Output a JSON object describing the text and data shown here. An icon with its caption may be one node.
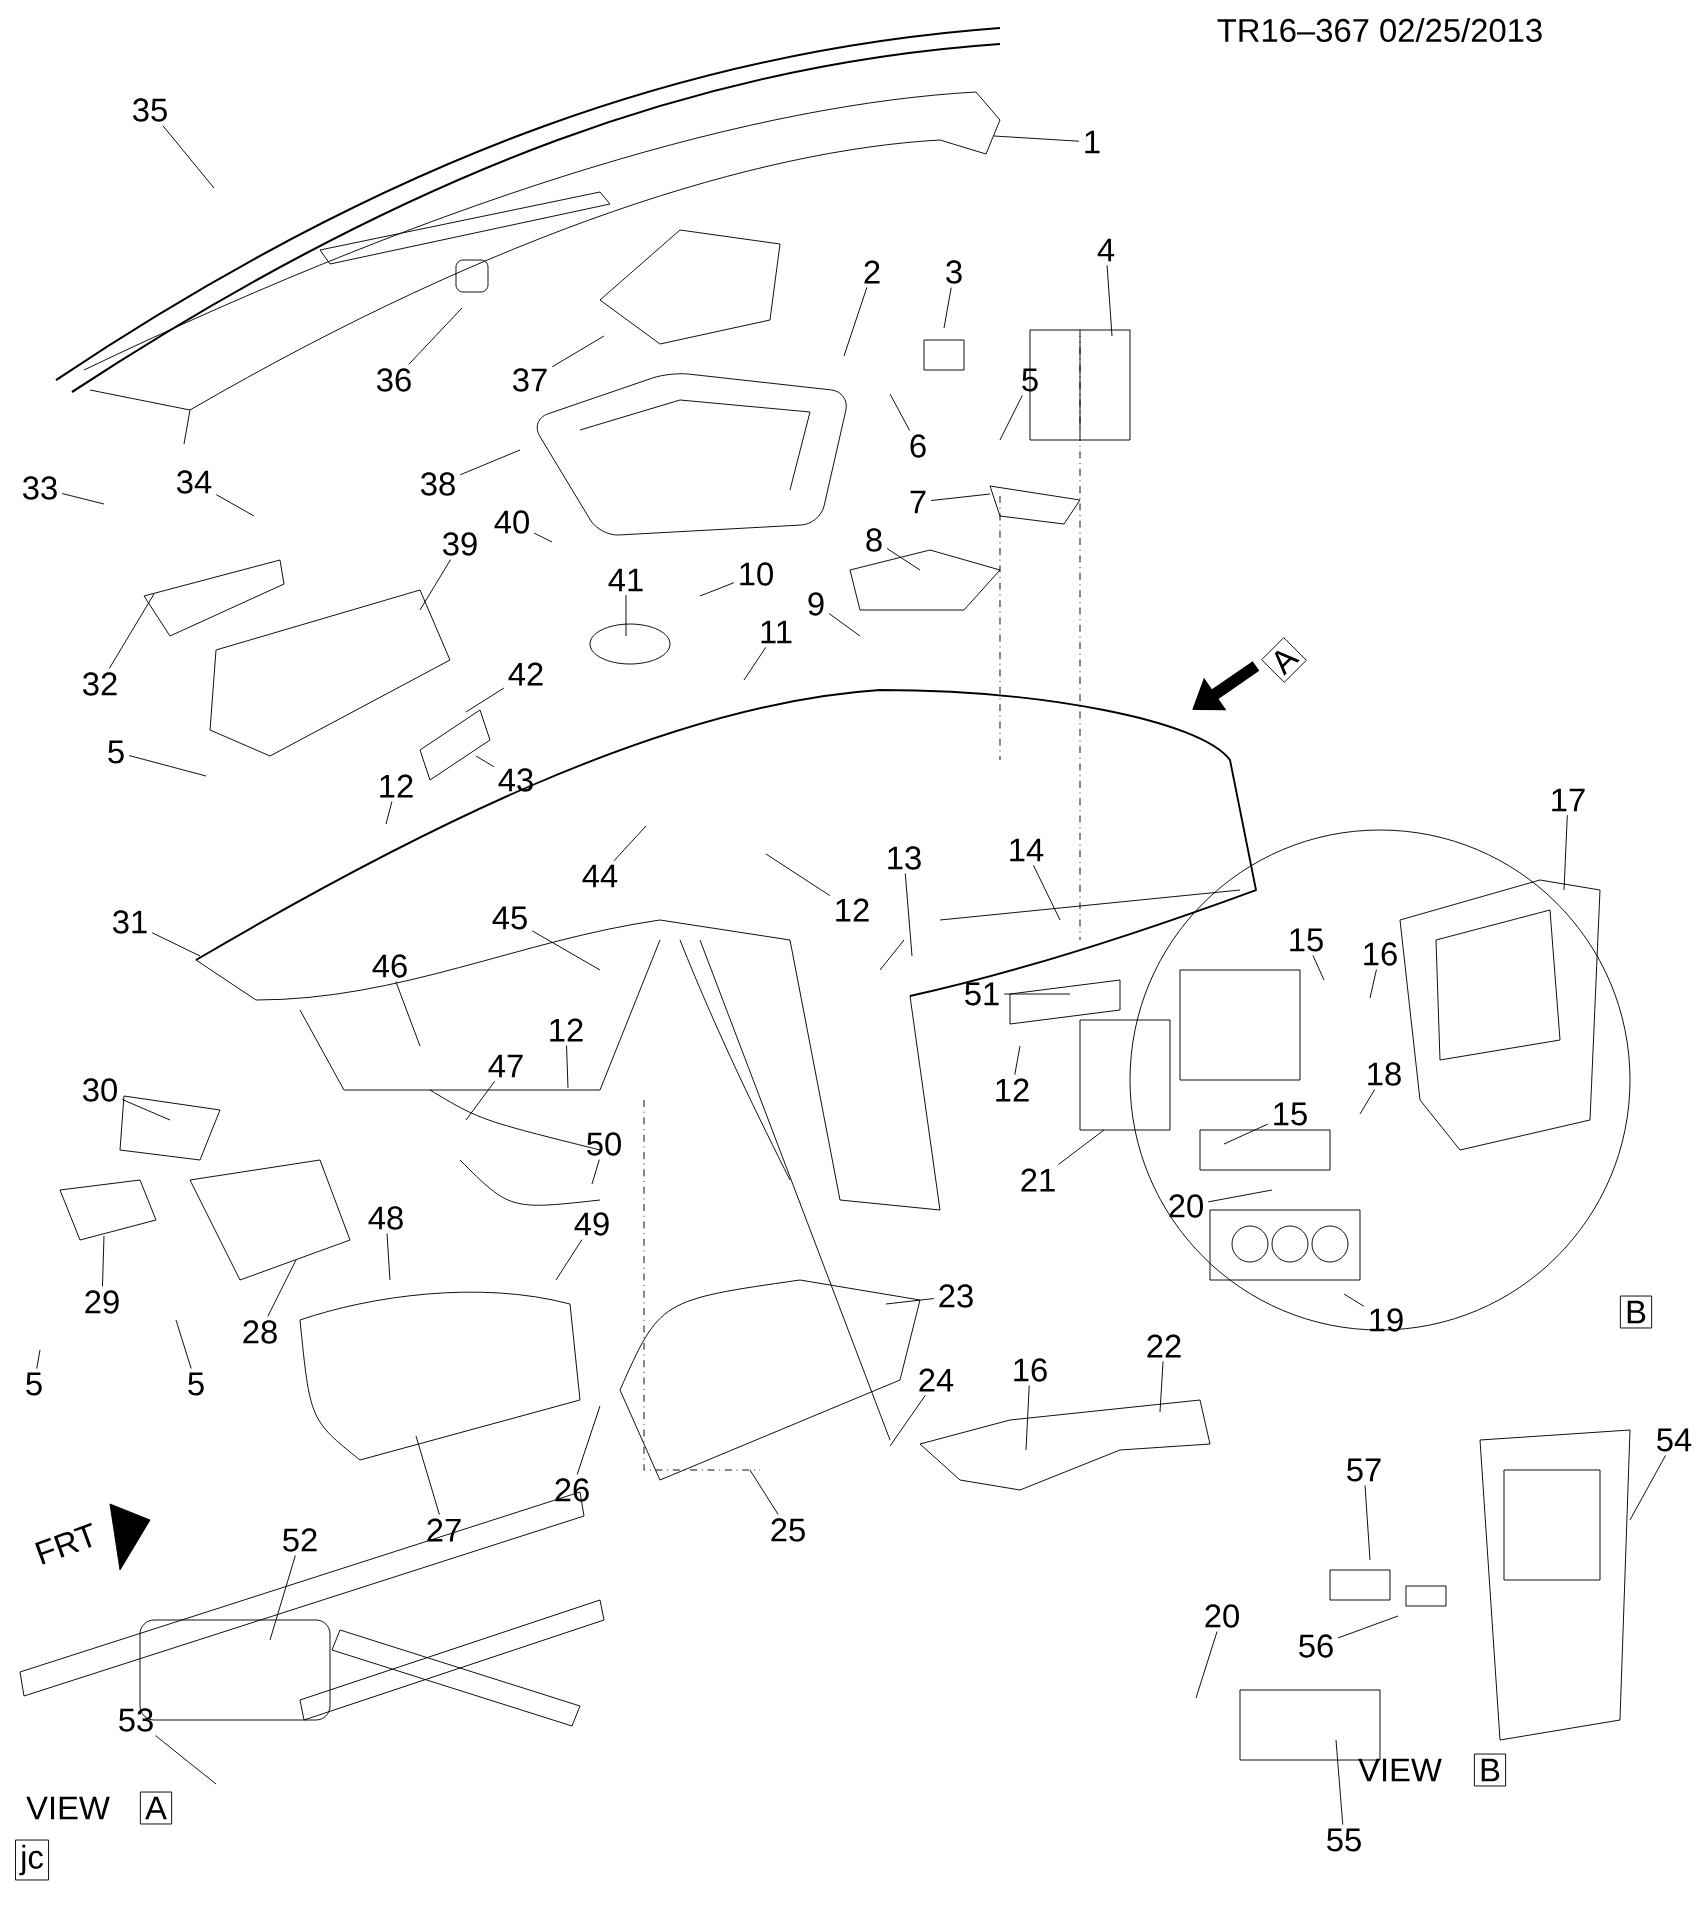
{
  "diagram": {
    "nodes": [
      {
        "text": [
          "1"
        ]
      },
      {
        "text": [
          "2"
        ]
      },
      {
        "text": [
          "3"
        ]
      },
      {
        "text": [
          "4"
        ]
      },
      {
        "text": [
          "5"
        ]
      },
      {
        "text": [
          "6"
        ]
      },
      {
        "text": [
          "7"
        ]
      },
      {
        "text": [
          "8"
        ]
      },
      {
        "text": [
          "9"
        ]
      },
      {
        "text": [
          "10"
        ]
      },
      {
        "text": [
          "11"
        ]
      },
      {
        "text": [
          "12"
        ]
      },
      {
        "text": [
          "13"
        ]
      },
      {
        "text": [
          "14"
        ]
      },
      {
        "text": [
          "15"
        ]
      },
      {
        "text": [
          "16"
        ]
      },
      {
        "text": [
          "17"
        ]
      },
      {
        "text": [
          "18"
        ]
      },
      {
        "text": [
          "19"
        ]
      },
      {
        "text": [
          "20"
        ]
      },
      {
        "text": [
          "21"
        ]
      },
      {
        "text": [
          "22"
        ]
      },
      {
        "text": [
          "23"
        ]
      },
      {
        "text": [
          "24"
        ]
      },
      {
        "text": [
          "25"
        ]
      },
      {
        "text": [
          "26"
        ]
      },
      {
        "text": [
          "27"
        ]
      },
      {
        "text": [
          "28"
        ]
      },
      {
        "text": [
          "29"
        ]
      },
      {
        "text": [
          "30"
        ]
      },
      {
        "text": [
          "31"
        ]
      },
      {
        "text": [
          "32"
        ]
      },
      {
        "text": [
          "33"
        ]
      },
      {
        "text": [
          "34"
        ]
      },
      {
        "text": [
          "35"
        ]
      },
      {
        "text": [
          "36"
        ]
      },
      {
        "text": [
          "37"
        ]
      },
      {
        "text": [
          "38"
        ]
      },
      {
        "text": [
          "39"
        ]
      },
      {
        "text": [
          "40"
        ]
      },
      {
        "text": [
          "41"
        ]
      },
      {
        "text": [
          "42"
        ]
      },
      {
        "text": [
          "43"
        ]
      },
      {
        "text": [
          "44"
        ]
      },
      {
        "text": [
          "45"
        ]
      },
      {
        "text": [
          "46"
        ]
      },
      {
        "text": [
          "47"
        ]
      },
      {
        "text": [
          "48"
        ]
      },
      {
        "text": [
          "49"
        ]
      },
      {
        "text": [
          "50"
        ]
      },
      {
        "text": [
          "51"
        ]
      },
      {
        "text": [
          "52"
        ]
      },
      {
        "text": [
          "53"
        ]
      },
      {
        "text": [
          "54"
        ]
      },
      {
        "text": [
          "55"
        ]
      },
      {
        "text": [
          "56"
        ]
      },
      {
        "text": [
          "57"
        ]
      },
      {
        "text": [
          "5"
        ]
      },
      {
        "text": [
          "5"
        ]
      },
      {
        "text": [
          "5"
        ]
      },
      {
        "text": [
          "12"
        ]
      },
      {
        "text": [
          "12"
        ]
      },
      {
        "text": [
          "12"
        ]
      },
      {
        "text": [
          "15"
        ]
      },
      {
        "text": [
          "16"
        ]
      },
      {
        "text": [
          "20"
        ]
      }
    ],
    "edges": [
      {
        "from": 0,
        "to": null,
        "arrow": "none"
      },
      {
        "from": 1,
        "to": null,
        "arrow": "none"
      },
      {
        "from": 2,
        "to": null,
        "arrow": "none"
      },
      {
        "from": 3,
        "to": null,
        "arrow": "none"
      },
      {
        "from": 4,
        "to": null,
        "arrow": "none"
      },
      {
        "from": 5,
        "to": null,
        "arrow": "none"
      },
      {
        "from": 6,
        "to": null,
        "arrow": "none"
      },
      {
        "from": 7,
        "to": null,
        "arrow": "none"
      },
      {
        "from": 8,
        "to": null,
        "arrow": "none"
      },
      {
        "from": 9,
        "to": null,
        "arrow": "none"
      },
      {
        "from": 10,
        "to": null,
        "arrow": "none"
      },
      {
        "from": 11,
        "to": null,
        "arrow": "none"
      },
      {
        "from": 12,
        "to": null,
        "arrow": "none"
      },
      {
        "from": 13,
        "to": null,
        "arrow": "none"
      },
      {
        "from": 14,
        "to": null,
        "arrow": "none"
      },
      {
        "from": 15,
        "to": null,
        "arrow": "none"
      },
      {
        "from": 16,
        "to": null,
        "arrow": "none"
      },
      {
        "from": 17,
        "to": null,
        "arrow": "none"
      },
      {
        "from": 18,
        "to": null,
        "arrow": "none"
      },
      {
        "from": 19,
        "to": null,
        "arrow": "none"
      },
      {
        "from": 20,
        "to": null,
        "arrow": "none"
      },
      {
        "from": 21,
        "to": null,
        "arrow": "none"
      },
      {
        "from": 22,
        "to": null,
        "arrow": "none"
      },
      {
        "from": 23,
        "to": null,
        "arrow": "none"
      },
      {
        "from": 24,
        "to": null,
        "arrow": "none"
      },
      {
        "from": 25,
        "to": null,
        "arrow": "none"
      },
      {
        "from": 26,
        "to": null,
        "arrow": "none"
      },
      {
        "from": 27,
        "to": null,
        "arrow": "none"
      },
      {
        "from": 28,
        "to": null,
        "arrow": "none"
      },
      {
        "from": 29,
        "to": null,
        "arrow": "none"
      },
      {
        "from": 30,
        "to": null,
        "arrow": "none"
      },
      {
        "from": 31,
        "to": null,
        "arrow": "none"
      },
      {
        "from": 32,
        "to": null,
        "arrow": "none"
      },
      {
        "from": 33,
        "to": null,
        "arrow": "none"
      },
      {
        "from": 34,
        "to": null,
        "arrow": "none"
      },
      {
        "from": 35,
        "to": null,
        "arrow": "none"
      },
      {
        "from": 36,
        "to": null,
        "arrow": "none"
      },
      {
        "from": 37,
        "to": null,
        "arrow": "none"
      },
      {
        "from": 38,
        "to": null,
        "arrow": "none"
      },
      {
        "from": 39,
        "to": null,
        "arrow": "none"
      },
      {
        "from": 40,
        "to": null,
        "arrow": "none"
      },
      {
        "from": 41,
        "to": null,
        "arrow": "none"
      },
      {
        "from": 42,
        "to": null,
        "arrow": "none"
      },
      {
        "from": 43,
        "to": null,
        "arrow": "none"
      },
      {
        "from": 44,
        "to": null,
        "arrow": "none"
      },
      {
        "from": 45,
        "to": null,
        "arrow": "none"
      },
      {
        "from": 46,
        "to": null,
        "arrow": "none"
      },
      {
        "from": 47,
        "to": null,
        "arrow": "none"
      },
      {
        "from": 48,
        "to": null,
        "arrow": "none"
      },
      {
        "from": 49,
        "to": null,
        "arrow": "none"
      },
      {
        "from": 50,
        "to": null,
        "arrow": "none"
      },
      {
        "from": 51,
        "to": null,
        "arrow": "none"
      },
      {
        "from": 52,
        "to": null,
        "arrow": "none"
      },
      {
        "from": 53,
        "to": null,
        "arrow": "none"
      },
      {
        "from": 54,
        "to": null,
        "arrow": "none"
      },
      {
        "from": 55,
        "to": null,
        "arrow": "none"
      },
      {
        "from": 56,
        "to": null,
        "arrow": "none"
      },
      {
        "from": 57,
        "to": null,
        "arrow": "none"
      },
      {
        "from": 58,
        "to": null,
        "arrow": "none"
      },
      {
        "from": 59,
        "to": null,
        "arrow": "none"
      },
      {
        "from": 60,
        "to": null,
        "arrow": "none"
      },
      {
        "from": 61,
        "to": null,
        "arrow": "none"
      },
      {
        "from": 62,
        "to": null,
        "arrow": "none"
      },
      {
        "from": 63,
        "to": null,
        "arrow": "none"
      },
      {
        "from": 64,
        "to": null,
        "arrow": "none"
      },
      {
        "from": 65,
        "to": null,
        "arrow": "none"
      }
    ],
    "labels": [
      "TR16–367 02/25/2013",
      "A",
      "B",
      "FRT",
      "VIEW",
      "B",
      "VIEW",
      "A",
      "jc"
    ]
  }
}
